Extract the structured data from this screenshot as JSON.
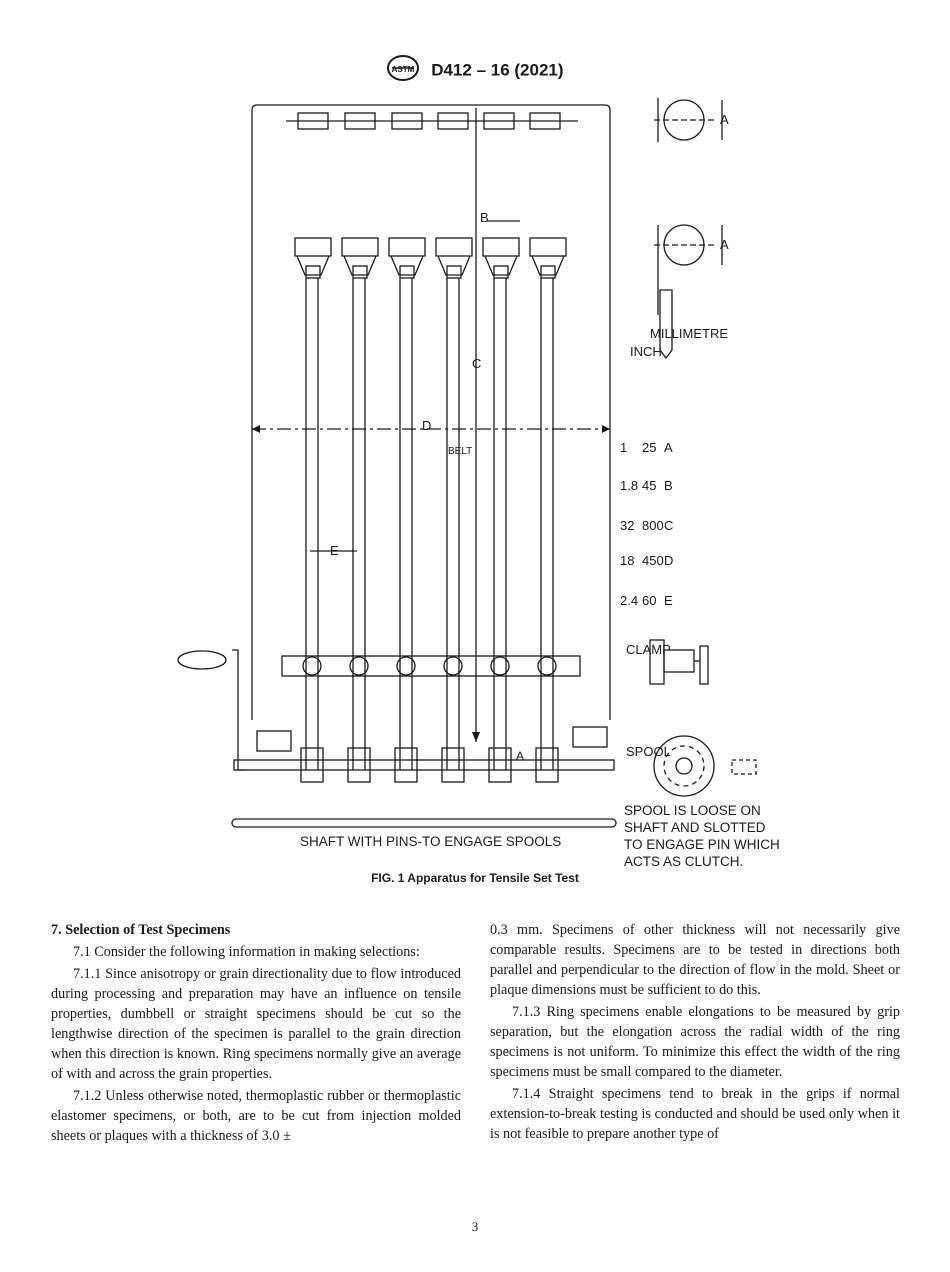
{
  "header": {
    "logo": "ASTM",
    "standard": "D412 – 16 (2021)"
  },
  "figure": {
    "dim_labels": {
      "a": "A",
      "b": "B",
      "c": "C",
      "d": "D",
      "e": "E"
    },
    "belt_label": "BELT",
    "table": {
      "header_mm": "MILLIMETRE",
      "header_in": "INCH",
      "rows": [
        {
          "letter": "A",
          "mm": "25",
          "inch": "1"
        },
        {
          "letter": "B",
          "mm": "45",
          "inch": "1.8"
        },
        {
          "letter": "C",
          "mm": "800",
          "inch": "32"
        },
        {
          "letter": "D",
          "mm": "450",
          "inch": "18"
        },
        {
          "letter": "E",
          "mm": "60",
          "inch": "2.4"
        }
      ]
    },
    "clamp_label": "CLAMP",
    "spool_label": "SPOOL",
    "shaft_label": "SHAFT WITH PINS-TO ENGAGE SPOOLS",
    "spool_note": [
      "SPOOL IS LOOSE ON",
      "SHAFT AND SLOTTED",
      "TO ENGAGE PIN WHICH",
      "ACTS AS CLUTCH."
    ]
  },
  "caption": "FIG. 1 Apparatus for Tensile Set Test",
  "section": {
    "heading": "7. Selection of Test Specimens",
    "left_paragraphs": [
      "7.1 Consider the following information in making selections:",
      "7.1.1 Since anisotropy or grain directionality due to flow introduced during processing and preparation may have an influence on tensile properties, dumbbell or straight specimens should be cut so the lengthwise direction of the specimen is parallel to the grain direction when this direction is known. Ring specimens normally give an average of with and across the grain properties.",
      "7.1.2 Unless otherwise noted, thermoplastic rubber or thermoplastic elastomer specimens, or both, are to be cut from injection molded sheets or plaques with a thickness of 3.0 ±"
    ],
    "right_paragraphs": [
      "0.3 mm. Specimens of other thickness will not necessarily give comparable results. Specimens are to be tested in directions both parallel and perpendicular to the direction of flow in the mold. Sheet or plaque dimensions must be sufficient to do this.",
      "7.1.3 Ring specimens enable elongations to be measured by grip separation, but the elongation across the radial width of the ring specimens is not uniform. To minimize this effect the width of the ring specimens must be small compared to the diameter.",
      "7.1.4 Straight specimens tend to break in the grips if normal extension-to-break testing is conducted and should be used only when it is not feasible to prepare another type of"
    ]
  },
  "page_number": "3"
}
